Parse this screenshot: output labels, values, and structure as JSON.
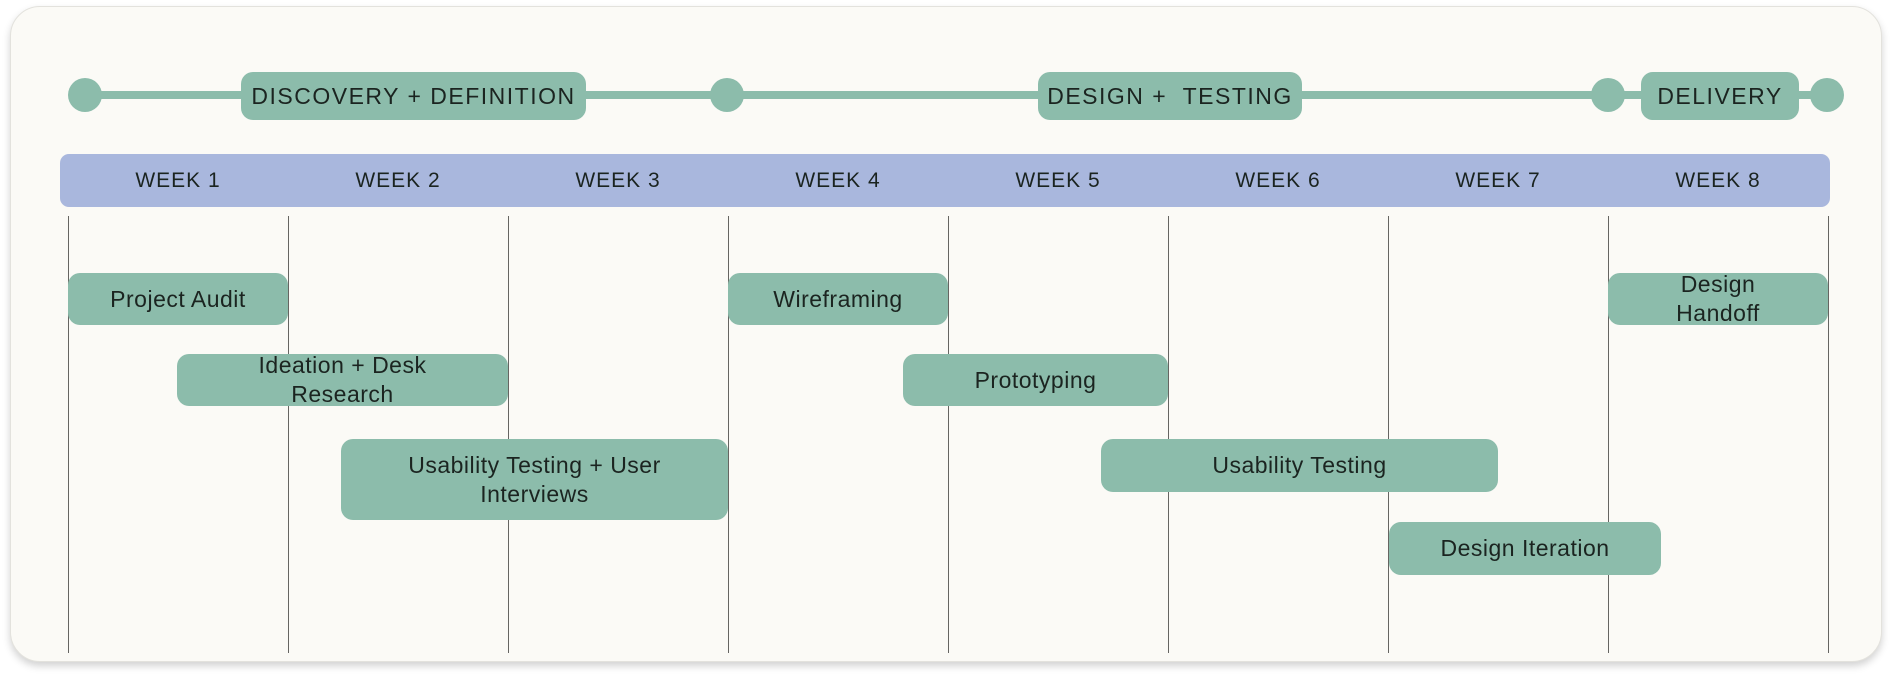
{
  "colors": {
    "accent_green": "#8cbcab",
    "week_band_blue": "#a9b7dd",
    "card_background": "#fbfaf6",
    "text_dark": "#1b2420"
  },
  "timeline": {
    "phases": [
      {
        "label": "DISCOVERY + DEFINITION",
        "weeks": "1-3"
      },
      {
        "label": "DESIGN +  TESTING",
        "weeks": "4-7"
      },
      {
        "label": "DELIVERY",
        "weeks": "8"
      }
    ]
  },
  "week_header": [
    "WEEK 1",
    "WEEK 2",
    "WEEK 3",
    "WEEK 4",
    "WEEK 5",
    "WEEK 6",
    "WEEK 7",
    "WEEK 8"
  ],
  "tasks": [
    {
      "label": "Project Audit",
      "start_week": 1.0,
      "end_week": 2.0
    },
    {
      "label": "Ideation + Desk Research",
      "start_week": 1.5,
      "end_week": 3.0
    },
    {
      "label": "Usability Testing + User Interviews",
      "start_week": 2.25,
      "end_week": 4.0
    },
    {
      "label": "Wireframing",
      "start_week": 4.0,
      "end_week": 5.0
    },
    {
      "label": "Prototyping",
      "start_week": 4.8,
      "end_week": 6.0
    },
    {
      "label": "Usability Testing",
      "start_week": 5.7,
      "end_week": 7.5
    },
    {
      "label": "Design Iteration",
      "start_week": 7.0,
      "end_week": 8.25
    },
    {
      "label": "Design Handoff",
      "start_week": 8.0,
      "end_week": 9.0
    }
  ],
  "chart_data": {
    "type": "gantt",
    "x_unit": "weeks",
    "x_range": [
      1,
      9
    ],
    "categories": [
      "WEEK 1",
      "WEEK 2",
      "WEEK 3",
      "WEEK 4",
      "WEEK 5",
      "WEEK 6",
      "WEEK 7",
      "WEEK 8"
    ],
    "phases": [
      {
        "name": "DISCOVERY + DEFINITION",
        "start_week": 1,
        "end_week": 4
      },
      {
        "name": "DESIGN +  TESTING",
        "start_week": 4,
        "end_week": 8
      },
      {
        "name": "DELIVERY",
        "start_week": 8,
        "end_week": 9
      }
    ],
    "bars": [
      {
        "name": "Project Audit",
        "start_week": 1.0,
        "end_week": 2.0,
        "row": 1
      },
      {
        "name": "Ideation + Desk Research",
        "start_week": 1.5,
        "end_week": 3.0,
        "row": 2
      },
      {
        "name": "Usability Testing + User Interviews",
        "start_week": 2.25,
        "end_week": 4.0,
        "row": 3
      },
      {
        "name": "Wireframing",
        "start_week": 4.0,
        "end_week": 5.0,
        "row": 1
      },
      {
        "name": "Prototyping",
        "start_week": 4.8,
        "end_week": 6.0,
        "row": 2
      },
      {
        "name": "Usability Testing",
        "start_week": 5.7,
        "end_week": 7.5,
        "row": 3
      },
      {
        "name": "Design Iteration",
        "start_week": 7.0,
        "end_week": 8.25,
        "row": 4
      },
      {
        "name": "Design Handoff",
        "start_week": 8.0,
        "end_week": 9.0,
        "row": 1
      }
    ]
  }
}
